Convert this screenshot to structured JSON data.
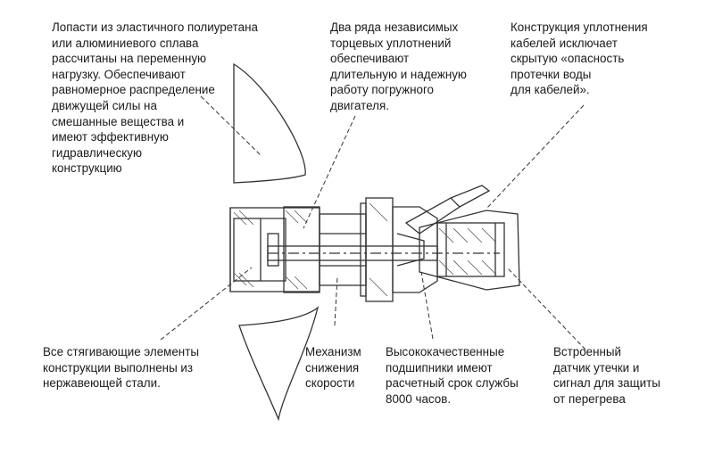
{
  "colors": {
    "line": "#333333",
    "text": "#1a1a1a",
    "background": "#ffffff"
  },
  "callouts": {
    "blades": "Лопасти из эластичного полиуретана\nили алюминиевого сплава\nрассчитаны на переменную\nнагрузку. Обеспечивают\nравномерное распределение\nдвижущей силы на\nсмешанные вещества и\nимеют эффективную\nгидравлическую\nконструкцию",
    "seals": "Два ряда независимых\nторцевых уплотнений\nобеспечивают\nдлительную и надежную\nработу погружного\nдвигателя.",
    "cable": "Конструкция уплотнения\nкабелей исключает\nскрытую «опасность\nпротечки воды\nдля кабелей».",
    "stainless": "Все стягивающие элементы\nконструкции выполнены из\nнержавеющей стали.",
    "gear": "Механизм\nснижения\nскорости",
    "bearings": "Высококачественные\nподшипники имеют\nрасчетный срок службы\n8000 часов.",
    "sensor": "Встроенный\nдатчик утечки и\nсигнал для защиты\nот перегрева"
  }
}
